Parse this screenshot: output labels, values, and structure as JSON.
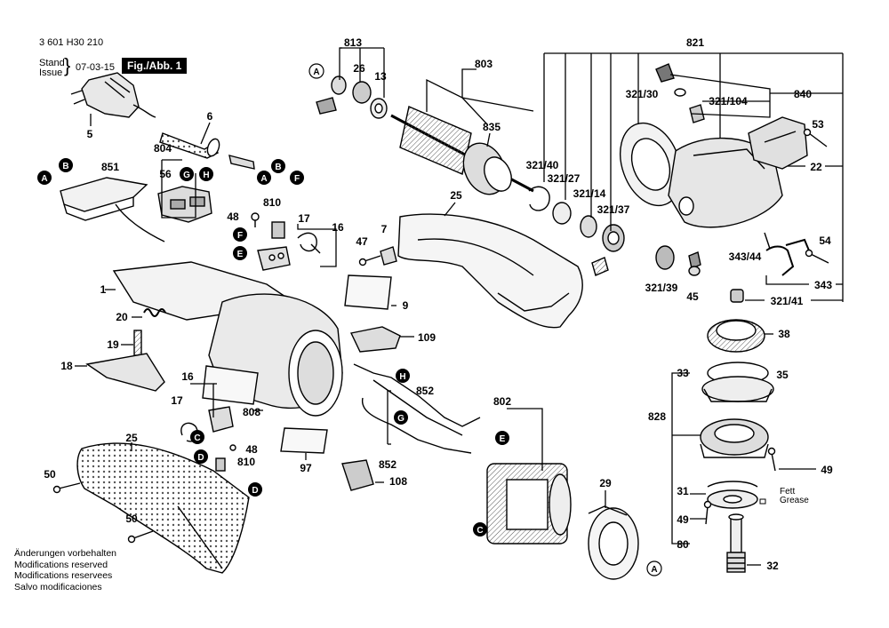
{
  "header": {
    "part_number": "3 601 H30 210",
    "stand_label": "Stand",
    "issue_label": "Issue",
    "date": "07-03-15",
    "figure_label": "Fig./Abb. 1"
  },
  "notes": [
    "Änderungen vorbehalten",
    "Modifications reserved",
    "Modifications reservees",
    "Salvo modificaciones"
  ],
  "fett_label": "Fett",
  "grease_label": "Grease",
  "callouts": {
    "p5": "5",
    "p6": "6",
    "p804": "804",
    "p851": "851",
    "p56": "56",
    "p810a": "810",
    "p48a": "48",
    "p17a": "17",
    "p16a": "16",
    "p47": "47",
    "p7": "7",
    "p25a": "25",
    "p813": "813",
    "p26": "26",
    "p13": "13",
    "p803": "803",
    "p835": "835",
    "p821": "821",
    "p321_30": "321/30",
    "p321_104": "321/104",
    "p840": "840",
    "p53": "53",
    "p22": "22",
    "p321_40": "321/40",
    "p321_27": "321/27",
    "p321_14": "321/14",
    "p321_37": "321/37",
    "p54": "54",
    "p343_44": "343/44",
    "p343": "343",
    "p321_39": "321/39",
    "p45": "45",
    "p321_41": "321/41",
    "p38": "38",
    "p1": "1",
    "p9": "9",
    "p20": "20",
    "p109": "109",
    "p19": "19",
    "p18": "18",
    "p33": "33",
    "p35": "35",
    "p828": "828",
    "p16b": "16",
    "p17b": "17",
    "p808": "808",
    "p852a": "852",
    "p802": "802",
    "p48b": "48",
    "p810b": "810",
    "p97": "97",
    "p852b": "852",
    "p108": "108",
    "p29": "29",
    "p49a": "49",
    "p31": "31",
    "p49b": "49",
    "p80": "80",
    "p32": "32",
    "p25b": "25",
    "p50a": "50",
    "p50b": "50"
  },
  "markers": {
    "A": "A",
    "B": "B",
    "C": "C",
    "D": "D",
    "E": "E",
    "F": "F",
    "G": "G",
    "H": "H"
  }
}
